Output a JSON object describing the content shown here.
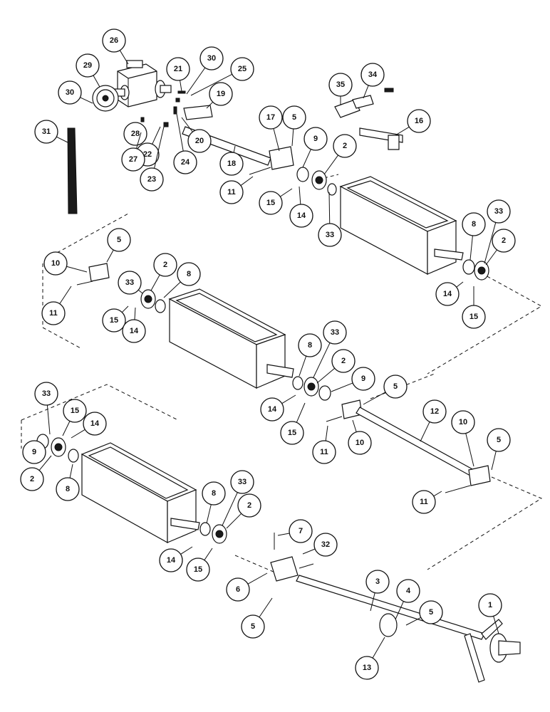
{
  "callouts": [
    "26",
    "29",
    "30",
    "21",
    "30",
    "25",
    "19",
    "20",
    "18",
    "22",
    "24",
    "23",
    "28",
    "27",
    "31",
    "17",
    "5",
    "9",
    "2",
    "35",
    "34",
    "16",
    "11",
    "15",
    "14",
    "33",
    "10",
    "5",
    "11",
    "33",
    "2",
    "8",
    "15",
    "14",
    "33",
    "8",
    "2",
    "14",
    "15",
    "8",
    "33",
    "2",
    "9",
    "5",
    "14",
    "15",
    "11",
    "10",
    "12",
    "10",
    "5",
    "11",
    "33",
    "15",
    "14",
    "9",
    "2",
    "8",
    "8",
    "33",
    "2",
    "14",
    "15",
    "7",
    "32",
    "6",
    "5",
    "3",
    "4",
    "5",
    "1",
    "13"
  ]
}
